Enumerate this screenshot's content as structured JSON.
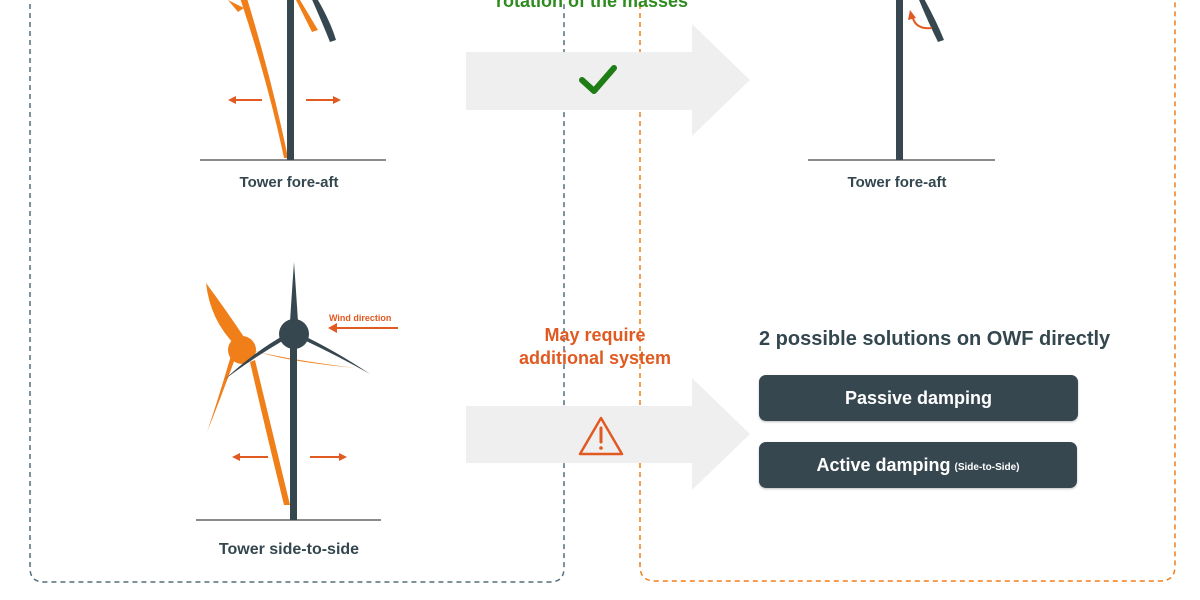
{
  "top_note": "rotation of the masses",
  "captions": {
    "fore_aft_left": "Tower fore-aft",
    "fore_aft_right": "Tower fore-aft",
    "side_to_side": "Tower side-to-side"
  },
  "wind_direction_label": "Wind direction",
  "warning_note": {
    "line1": "May require",
    "line2": "additional system"
  },
  "solutions": {
    "title": "2 possible solutions on OWF directly",
    "passive": "Passive damping",
    "active": "Active damping",
    "active_qualifier": "(Side-to-Side)"
  },
  "icons": {
    "top_arrow": "check-icon",
    "bottom_arrow": "warning-triangle-icon"
  },
  "colors": {
    "dark": "#37474f",
    "orange": "#f07f1a",
    "red_orange": "#e05a22",
    "green": "#1e7d14",
    "blue_dash": "#546e7a",
    "arrow_fill": "#efefef"
  }
}
